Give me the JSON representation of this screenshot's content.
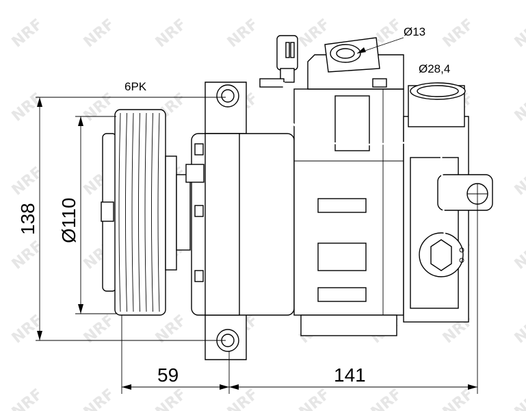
{
  "watermark": {
    "text": "NRF",
    "color": "#e6e6e6"
  },
  "dimensions": {
    "port_small": "Ø13",
    "port_large": "Ø28,4",
    "belt": "6PK",
    "height": "138",
    "pulley_diameter": "Ø110",
    "pulley_offset": "59",
    "length": "141"
  }
}
